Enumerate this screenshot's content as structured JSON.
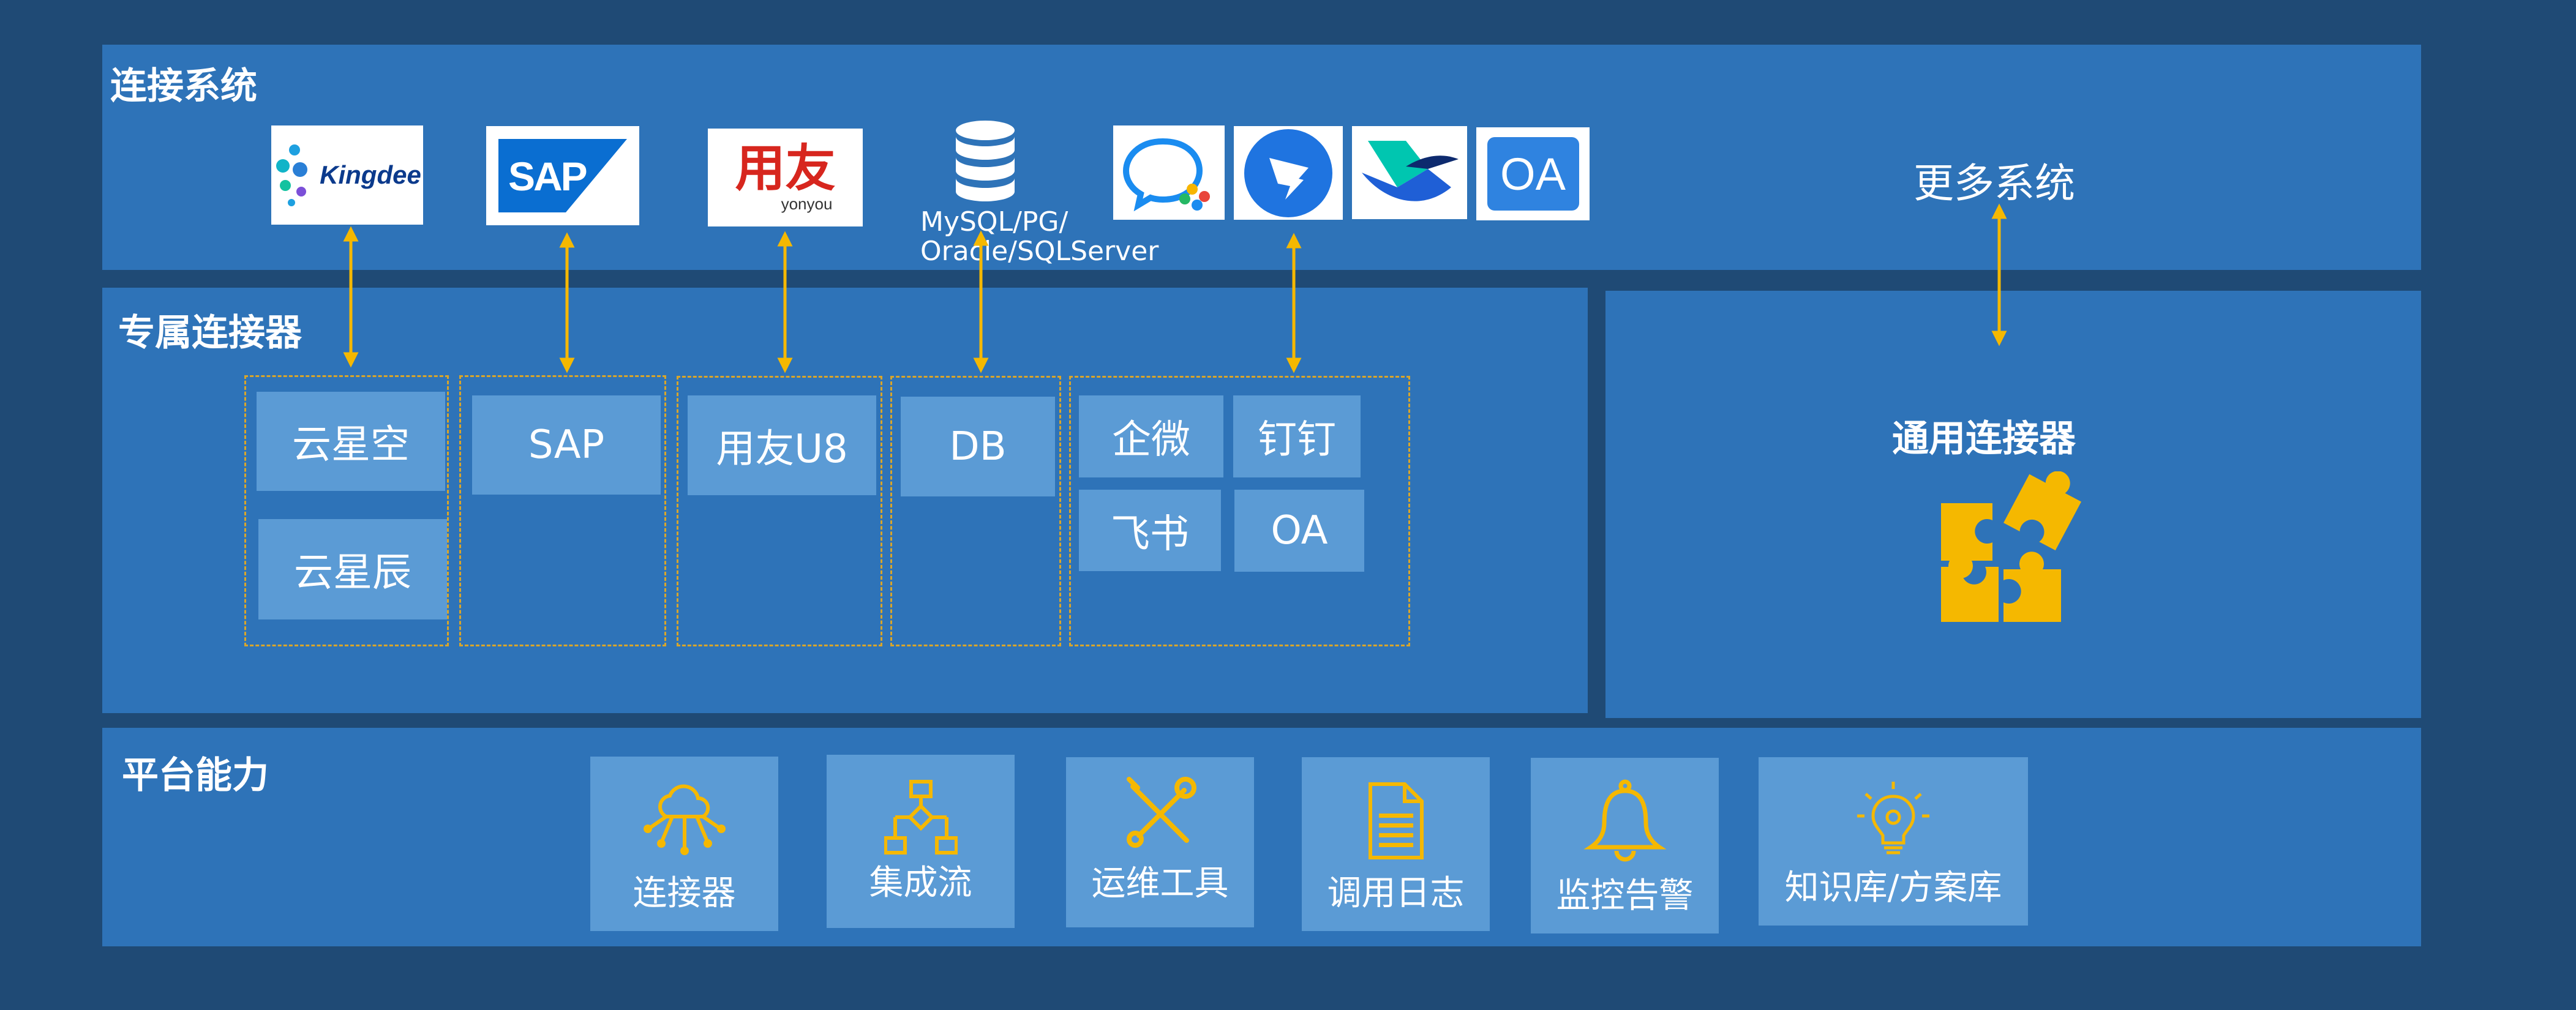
{
  "sections": {
    "connected_systems": "连接系统",
    "dedicated_connectors": "专属连接器",
    "generic_connector": "通用连接器",
    "platform": "平台能力"
  },
  "logos": {
    "kingdee": "Kingdee",
    "sap": "SAP",
    "yonyou_cn": "用友",
    "yonyou_en": "yonyou",
    "oa": "OA",
    "db_line1": "MySQL/PG/",
    "db_line2": "Oracle/SQLServer"
  },
  "more_systems": "更多系统",
  "connectors": {
    "kingdee": [
      "云星空",
      "云星辰"
    ],
    "sap": "SAP",
    "yonyou": "用友U8",
    "db": "DB",
    "collab": [
      "企微",
      "钉钉",
      "飞书",
      "OA"
    ]
  },
  "platform_items": [
    {
      "label": "连接器",
      "icon": "cloud-network-icon"
    },
    {
      "label": "集成流",
      "icon": "flowchart-icon"
    },
    {
      "label": "运维工具",
      "icon": "tools-icon"
    },
    {
      "label": "调用日志",
      "icon": "document-log-icon"
    },
    {
      "label": "监控告警",
      "icon": "bell-icon"
    },
    {
      "label": "知识库/方案库",
      "icon": "lightbulb-icon"
    }
  ],
  "colors": {
    "background": "#1f4a75",
    "panel": "#2e73b8",
    "tile": "#5b9bd5",
    "accent": "#f5b800",
    "sap_blue": "#0a6ed1",
    "yonyou_red": "#d7261e"
  }
}
